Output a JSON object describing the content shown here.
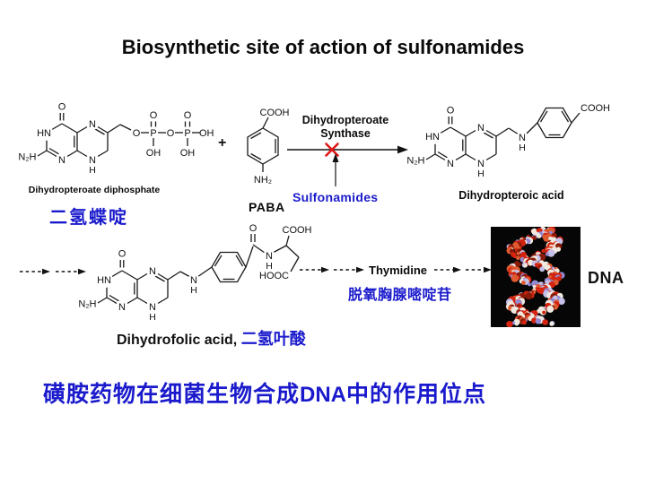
{
  "title": "Biosynthetic site of action of sulfonamides",
  "atoms": {
    "O": "O",
    "HN": "HN",
    "N": "N",
    "H": "H",
    "N2H": "N₂H",
    "NH2": "NH₂",
    "COOH": "COOH",
    "HOOC": "HOOC",
    "OH": "OH",
    "P": "P",
    "plus": "+"
  },
  "reaction": {
    "substrate1": {
      "name": "Dihydropteroate diphosphate",
      "name_cn": "二氢蝶啶"
    },
    "substrate2": {
      "name": "PABA"
    },
    "enzyme": {
      "line1": "Dihydropteroate",
      "line2": "Synthase"
    },
    "inhibitor": {
      "name": "Sulfonamides"
    },
    "product": {
      "name": "Dihydropteroic acid"
    }
  },
  "pathway": {
    "intermediate": {
      "name": "Dihydrofolic acid,",
      "name_cn": "二氢叶酸"
    },
    "thymidine": {
      "name": "Thymidine",
      "name_cn": "脱氧胸腺嘧啶苷"
    },
    "dna_label": "DNA"
  },
  "footer": {
    "pre": "磺胺药物在细菌生物合成",
    "dna": "DNA",
    "post": "中的作用位点"
  },
  "colors": {
    "accent_blue": "#1a1acc",
    "inhibit_red": "#e01818",
    "ink": "#111111",
    "dna_background": "#060606"
  },
  "dna_palette": [
    "#d42410",
    "#efe9e0",
    "#d42410",
    "#928bd4",
    "#efe9e0",
    "#8a1a08",
    "#e05a30",
    "#c6c0e8",
    "#d42410"
  ]
}
